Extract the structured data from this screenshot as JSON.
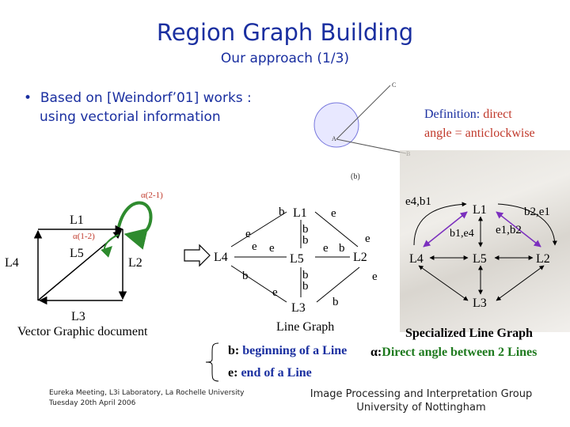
{
  "title": "Region Graph Building",
  "subtitle": "Our approach (1/3)",
  "bullet": {
    "line1": "Based on [Weindorf’01] works :",
    "line2": "using vectorial information"
  },
  "definition": {
    "term": "Definition:",
    "text1": "direct",
    "text2": "angle = anticlockwise"
  },
  "figure_inset": {
    "point_c": "C",
    "point_a": "A",
    "point_b": "B",
    "label": "(b)"
  },
  "vector_doc": {
    "alpha_top": "α(2-1)",
    "alpha_inner": "α(1-2)",
    "l1": "L1",
    "l2": "L2",
    "l3": "L3",
    "l4": "L4",
    "l5": "L5",
    "caption": "Vector Graphic document"
  },
  "line_graph": {
    "nodes": {
      "l1": "L1",
      "l2": "L2",
      "l3": "L3",
      "l4": "L4",
      "l5": "L5"
    },
    "edge_labels": [
      "b",
      "e",
      "e",
      "e",
      "e",
      "b",
      "b",
      "e",
      "b",
      "e",
      "b",
      "e",
      "b",
      "b",
      "e",
      "b",
      "b"
    ],
    "caption": "Line Graph"
  },
  "specialized_graph": {
    "nodes": {
      "l1": "L1",
      "l2": "L2",
      "l3": "L3",
      "l4": "L4",
      "l5": "L5"
    },
    "labels": {
      "e4b1": "e4,b1",
      "b1e4": "b1,e4",
      "e1b2": "e1,b2",
      "b2e1": "b2,e1"
    },
    "caption": "Specialized Line Graph"
  },
  "legend": {
    "b_key": "b:",
    "b_text": "beginning of a Line",
    "alpha_key": "α:",
    "alpha_text": "Direct angle between 2 Lines",
    "e_key": "e:",
    "e_text": "end of a Line"
  },
  "footer_left": {
    "line1": "Eureka Meeting, L3i Laboratory, La Rochelle University",
    "line2": "Tuesday 20th April 2006"
  },
  "footer_right": {
    "line1": "Image Processing and Interpretation Group",
    "line2": "University of Nottingham"
  },
  "colors": {
    "title": "#1a2fa0",
    "green_arrow": "#2e8b2e",
    "highlight_arrow": "#7b2fbe",
    "definition": "#c0392b"
  }
}
